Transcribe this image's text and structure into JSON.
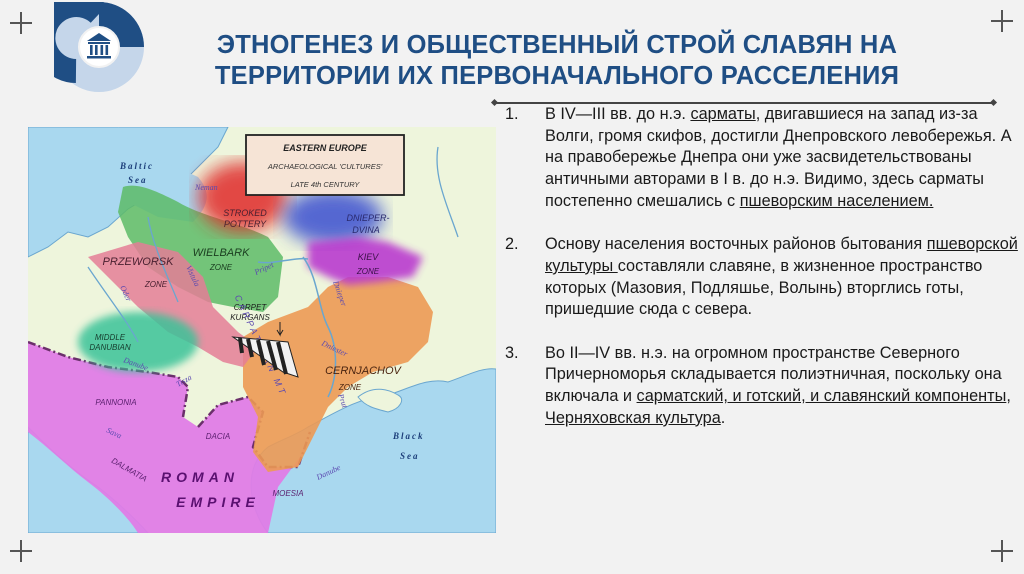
{
  "slide": {
    "title_line1": "ЭТНОГЕНЕЗ И ОБЩЕСТВЕННЫЙ СТРОЙ СЛАВЯН НА",
    "title_line2": "ТЕРРИТОРИИ ИХ ПЕРВОНАЧАЛЬНОГО РАССЕЛЕНИЯ",
    "logo_icon": "institution-building-icon",
    "colors": {
      "title": "#1f4e84",
      "logo_dark": "#1f4e84",
      "logo_light": "#c5d6ea",
      "background": "#f2f2f2"
    }
  },
  "map": {
    "legend_title": "EASTERN EUROPE",
    "legend_sub": "ARCHAEOLOGICAL 'CULTURES'",
    "legend_date": "LATE 4th  CENTURY",
    "seas": {
      "baltic_1": "Baltic",
      "baltic_2": "Sea",
      "black_1": "Black",
      "black_2": "Sea"
    },
    "rivers": {
      "neman": "Neman",
      "vistula": "Vistula",
      "oder": "Oder",
      "pripet": "Pripet",
      "dnieper": "Dnieper",
      "dniester": "Dniester",
      "prut": "Prut",
      "tisza": "Tisza",
      "danube_w": "Danube",
      "danube_e": "Danube",
      "sava": "Sava"
    },
    "zones": {
      "stroked_1": "STROKED",
      "stroked_2": "POTTERY",
      "dnieper_1": "DNIEPER-",
      "dnieper_2": "DVINA",
      "wielbark_1": "WIELBARK",
      "wielbark_2": "ZONE",
      "przeworsk_1": "PRZEWORSK",
      "przeworsk_2": "ZONE",
      "kiev_1": "KIEV",
      "kiev_2": "ZONE",
      "carpet_1": "CARPET",
      "carpet_2": "KURGANS",
      "middle_1": "MIDDLE",
      "middle_2": "DANUBIAN",
      "cern_1": "CERNJACHOV",
      "cern_2": "ZONE",
      "carpathian": "CARPATHIAN MT",
      "pannonia": "PANNONIA",
      "dacia": "DACIA",
      "dalmatia": "DALMATIA",
      "moesia": "MOESIA",
      "roman": "ROMAN",
      "empire": "EMPIRE"
    }
  },
  "list": [
    {
      "num": "1.",
      "parts": [
        "В IV—III вв. до н.э. ",
        "сарматы",
        ", двигавшиеся на запад из-за Волги, громя скифов, достигли Днепровского левобережья. А на правобережье Днепра они уже засвидетельствованы античными авторами в I в. до н.э. Видимо, здесь сарматы постепенно смешались с ",
        "пшеворским населением."
      ]
    },
    {
      "num": "2.",
      "parts": [
        "Основу населения восточных районов бытования ",
        "пшеворской культуры ",
        "составляли славяне, в жизненное пространство которых (Мазовия, Подляшье, Волынь) вторглись готы, пришедшие сюда с севера."
      ]
    },
    {
      "num": "3.",
      "parts": [
        "Во II—IV вв. н.э. на огромном пространстве Северного Причерноморья складывается полиэтничная, поскольку она включала и ",
        "сарматский, и готский, и славянский компоненты",
        ", ",
        "Черняховская культура",
        "."
      ]
    }
  ]
}
